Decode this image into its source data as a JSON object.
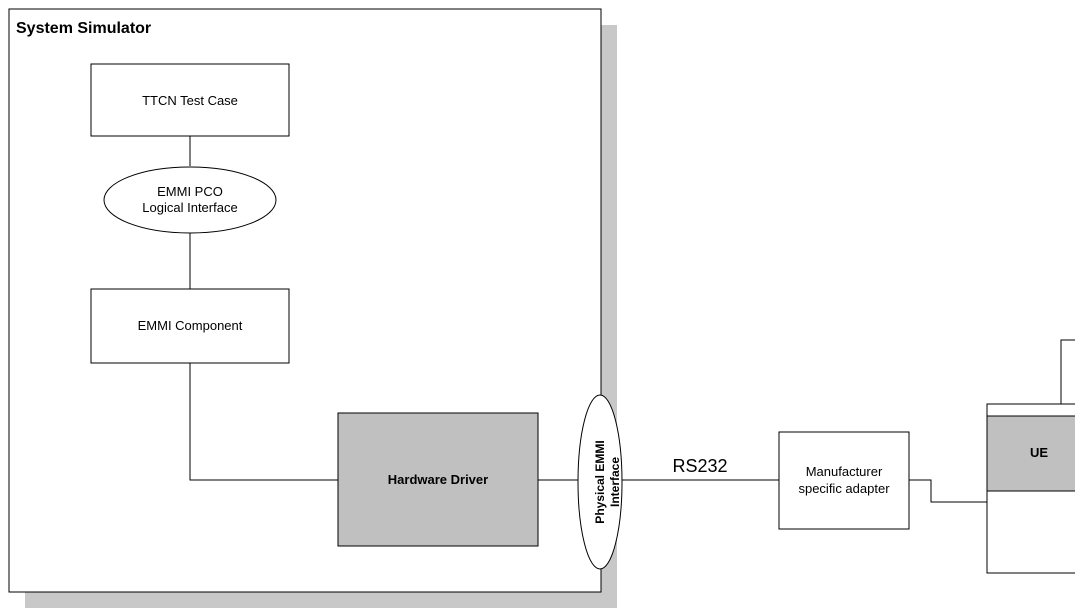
{
  "simulator": {
    "title": "System Simulator"
  },
  "nodes": {
    "ttcn_test_case": "TTCN Test Case",
    "emmi_pco": {
      "line1": "EMMI PCO",
      "line2": "Logical Interface"
    },
    "emmi_component": "EMMI Component",
    "hardware_driver": "Hardware Driver",
    "physical_interface": {
      "line1": "Physical EMMI",
      "line2": "Interface"
    },
    "rs232": "RS232",
    "adapter": {
      "line1": "Manufacturer",
      "line2": "specific adapter"
    },
    "ue": "UE"
  },
  "colors": {
    "shadow": "#c8c8c8",
    "driver_fill": "#c0c0c0",
    "ue_fill": "#c0c0c0",
    "stroke": "#000000"
  }
}
